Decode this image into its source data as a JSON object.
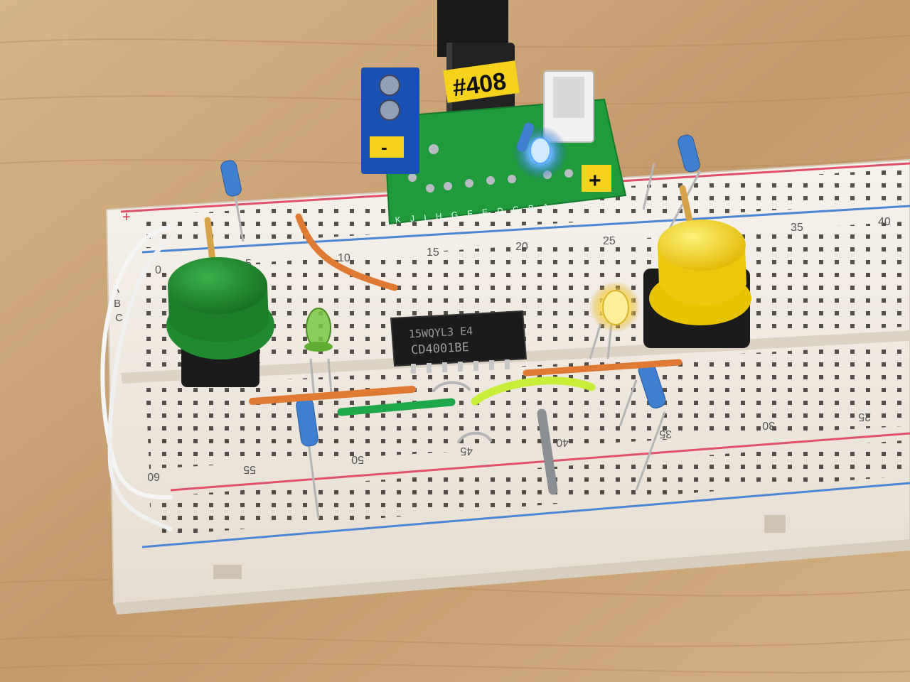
{
  "power_module": {
    "tag_label": "#408",
    "minus_label": "-",
    "plus_label": "+",
    "row_letters": "K J I H G F E D C B A"
  },
  "breadboard": {
    "rail_plus_label": "+",
    "row_letters": [
      "A",
      "B",
      "C"
    ],
    "top_column_numbers": [
      "0",
      "5",
      "10",
      "15",
      "20",
      "25",
      "35",
      "40"
    ],
    "bottom_column_numbers": [
      "60",
      "55",
      "50",
      "45",
      "40",
      "35",
      "30",
      "25"
    ]
  },
  "chip": {
    "line1": "15WQYL3 E4",
    "line2": "CD4001BE"
  },
  "colors": {
    "wood": "#c9a57a",
    "board": "#efe9e0",
    "rail_red": "#e0506a",
    "rail_blue": "#4a86d6",
    "pcb_green": "#1f9a3c",
    "button_green": "#1f8a2e",
    "button_yellow": "#f2d21e",
    "led_blue": "#7fc8ff",
    "led_yellow": "#ffe86a",
    "led_green": "#7ac943"
  }
}
